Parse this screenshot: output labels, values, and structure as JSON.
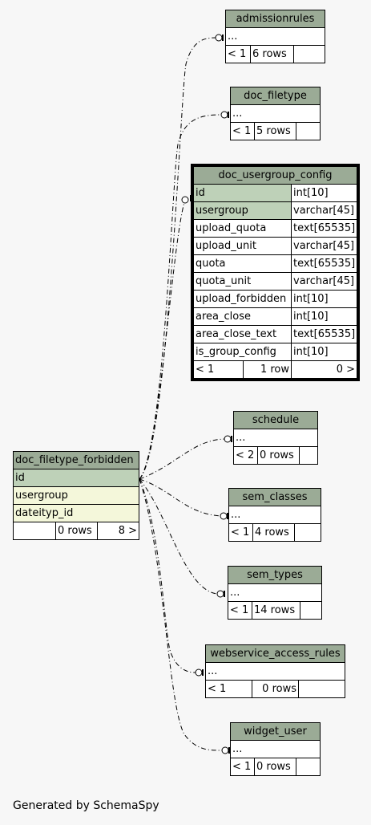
{
  "tables": {
    "admissionrules": {
      "name": "admissionrules",
      "columns": [
        "..."
      ],
      "footer": [
        "< 1",
        "6 rows",
        ""
      ]
    },
    "doc_filetype": {
      "name": "doc_filetype",
      "columns": [
        "..."
      ],
      "footer": [
        "< 1",
        "5 rows",
        ""
      ]
    },
    "doc_usergroup_config": {
      "name": "doc_usergroup_config",
      "columns": [
        [
          "id",
          "int[10]"
        ],
        [
          "usergroup",
          "varchar[45]"
        ],
        [
          "upload_quota",
          "text[65535]"
        ],
        [
          "upload_unit",
          "varchar[45]"
        ],
        [
          "quota",
          "text[65535]"
        ],
        [
          "quota_unit",
          "varchar[45]"
        ],
        [
          "upload_forbidden",
          "int[10]"
        ],
        [
          "area_close",
          "int[10]"
        ],
        [
          "area_close_text",
          "text[65535]"
        ],
        [
          "is_group_config",
          "int[10]"
        ]
      ],
      "footer": [
        "< 1",
        "1 row",
        "0 >"
      ]
    },
    "schedule": {
      "name": "schedule",
      "columns": [
        "..."
      ],
      "footer": [
        "< 2",
        "0 rows",
        ""
      ]
    },
    "sem_classes": {
      "name": "sem_classes",
      "columns": [
        "..."
      ],
      "footer": [
        "< 1",
        "4 rows",
        ""
      ]
    },
    "sem_types": {
      "name": "sem_types",
      "columns": [
        "..."
      ],
      "footer": [
        "< 1",
        "14 rows",
        ""
      ]
    },
    "webservice_access_rules": {
      "name": "webservice_access_rules",
      "columns": [
        "..."
      ],
      "footer": [
        "< 1",
        "0 rows",
        ""
      ]
    },
    "widget_user": {
      "name": "widget_user",
      "columns": [
        "..."
      ],
      "footer": [
        "< 1",
        "0 rows",
        ""
      ]
    },
    "doc_filetype_forbidden": {
      "name": "doc_filetype_forbidden",
      "columns": [
        "id",
        "usergroup",
        "dateityp_id"
      ],
      "footer": [
        "",
        "0 rows",
        "8 >"
      ]
    }
  },
  "footer_text": "Generated by SchemaSpy",
  "colors": {
    "header": "#9bab96",
    "pk": "#bed1b8",
    "column": "#f4f7da",
    "background": "#f7f7f7"
  }
}
